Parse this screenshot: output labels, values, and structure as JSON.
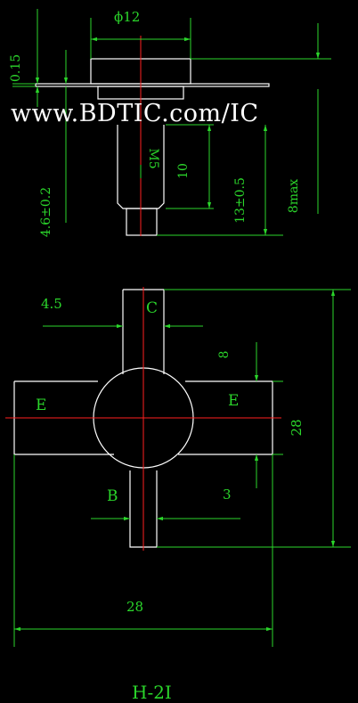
{
  "watermark": "www.BDTIC.com/IC",
  "side_view": {
    "dia_label": "ϕ12",
    "thickness_label": "0.15",
    "thread_label": "M5",
    "height_label": "10",
    "total_label": "13±0.5",
    "stud_label": "4.6±0.2",
    "max_label": "8max"
  },
  "top_view": {
    "offset_label": "4.5",
    "pin_c": "C",
    "pin_e_left": "E",
    "pin_e_right": "E",
    "pin_b": "B",
    "lead_width_label": "8",
    "pin3_label": "3",
    "height_label": "28",
    "width_label": "28"
  },
  "package_name": "H-2I",
  "colors": {
    "background": "#000000",
    "outline": "#ffffff",
    "dimension": "#2bd62b",
    "centerline": "#ff2020"
  }
}
